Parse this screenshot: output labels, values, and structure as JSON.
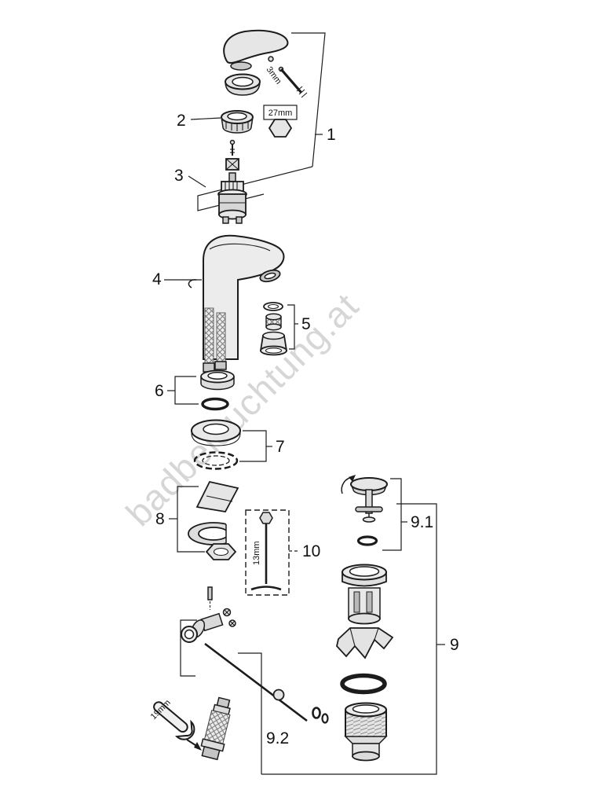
{
  "watermark": "badbeleuchtung.at",
  "parts": {
    "p1": "1",
    "p2": "2",
    "p3": "3",
    "p4": "4",
    "p5": "5",
    "p6": "6",
    "p7": "7",
    "p8": "8",
    "p9": "9",
    "p9_1": "9.1",
    "p9_2": "9.2",
    "p10": "10"
  },
  "dims": {
    "allen_key": "3mm",
    "hex_cap": "27mm",
    "socket_tool": "13mm",
    "wrench": "19mm"
  }
}
